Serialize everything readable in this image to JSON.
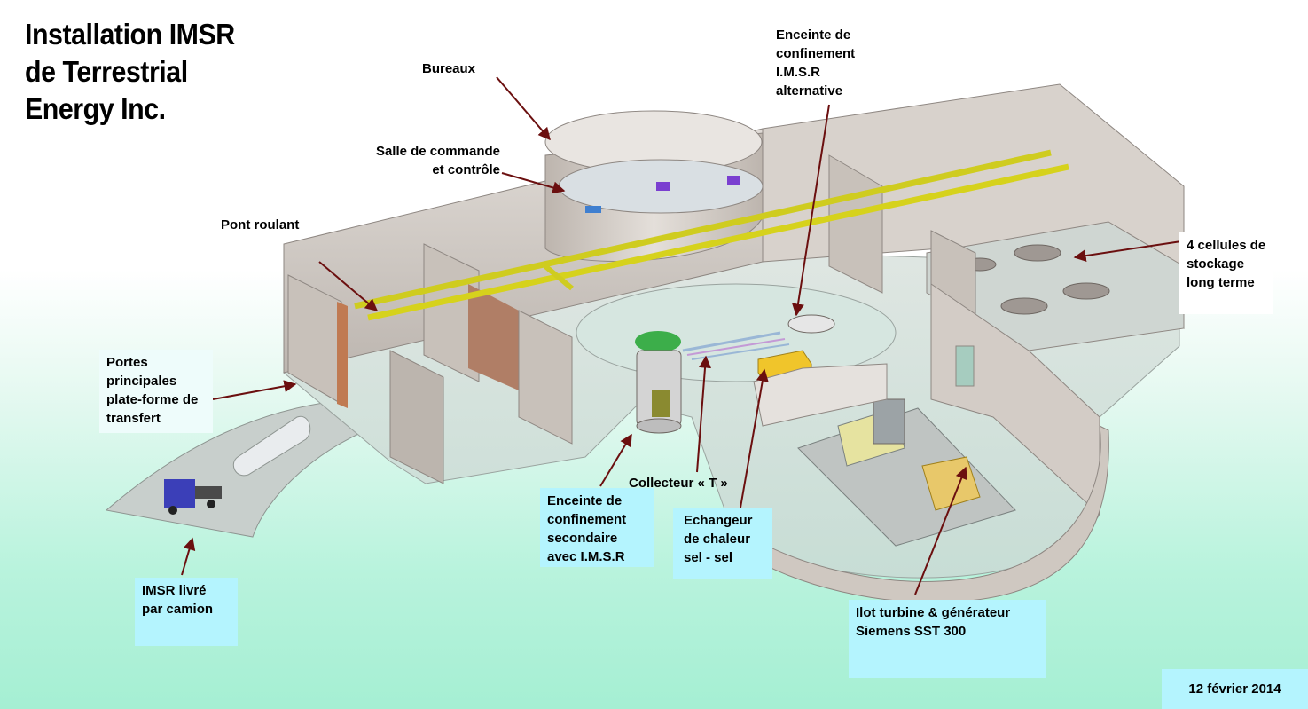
{
  "title": {
    "lines": [
      "Installation IMSR",
      "de Terrestrial",
      "Energy Inc."
    ]
  },
  "labels": {
    "bureaux": {
      "lines": [
        "Bureaux"
      ]
    },
    "enceinte_alt": {
      "lines": [
        "Enceinte de",
        "confinement",
        "I.M.S.R",
        "alternative"
      ]
    },
    "salle": {
      "lines": [
        "Salle de commande",
        "et contrôle"
      ]
    },
    "pont": {
      "lines": [
        "Pont roulant"
      ]
    },
    "cellules": {
      "lines": [
        "4 cellules de",
        "stockage",
        "long terme"
      ]
    },
    "portes": {
      "lines": [
        "Portes",
        "principales",
        "plate-forme de",
        "transfert"
      ]
    },
    "collecteur": {
      "lines": [
        "Collecteur « T »"
      ]
    },
    "enceinte_sec": {
      "lines": [
        "Enceinte de",
        "confinement",
        "secondaire",
        "avec I.M.S.R"
      ]
    },
    "echangeur": {
      "lines": [
        "Echangeur",
        "de chaleur",
        "sel - sel"
      ]
    },
    "camion": {
      "lines": [
        "IMSR livré",
        "par camion"
      ]
    },
    "turbine": {
      "lines": [
        "Ilot turbine & générateur",
        "Siemens SST 300"
      ]
    }
  },
  "date": "12 février 2014",
  "colors": {
    "arrow": "#6b0f0f",
    "label_box": "#b4f4fe",
    "wall": "#cfc8c1",
    "wall_dark": "#b3aca6",
    "door": "#b58770",
    "crane": "#d6d21c",
    "floor": "#d9e8e2"
  },
  "icons": [
    "arrow-icon",
    "truck-icon",
    "reactor-icon",
    "turbine-icon",
    "crane-icon"
  ]
}
